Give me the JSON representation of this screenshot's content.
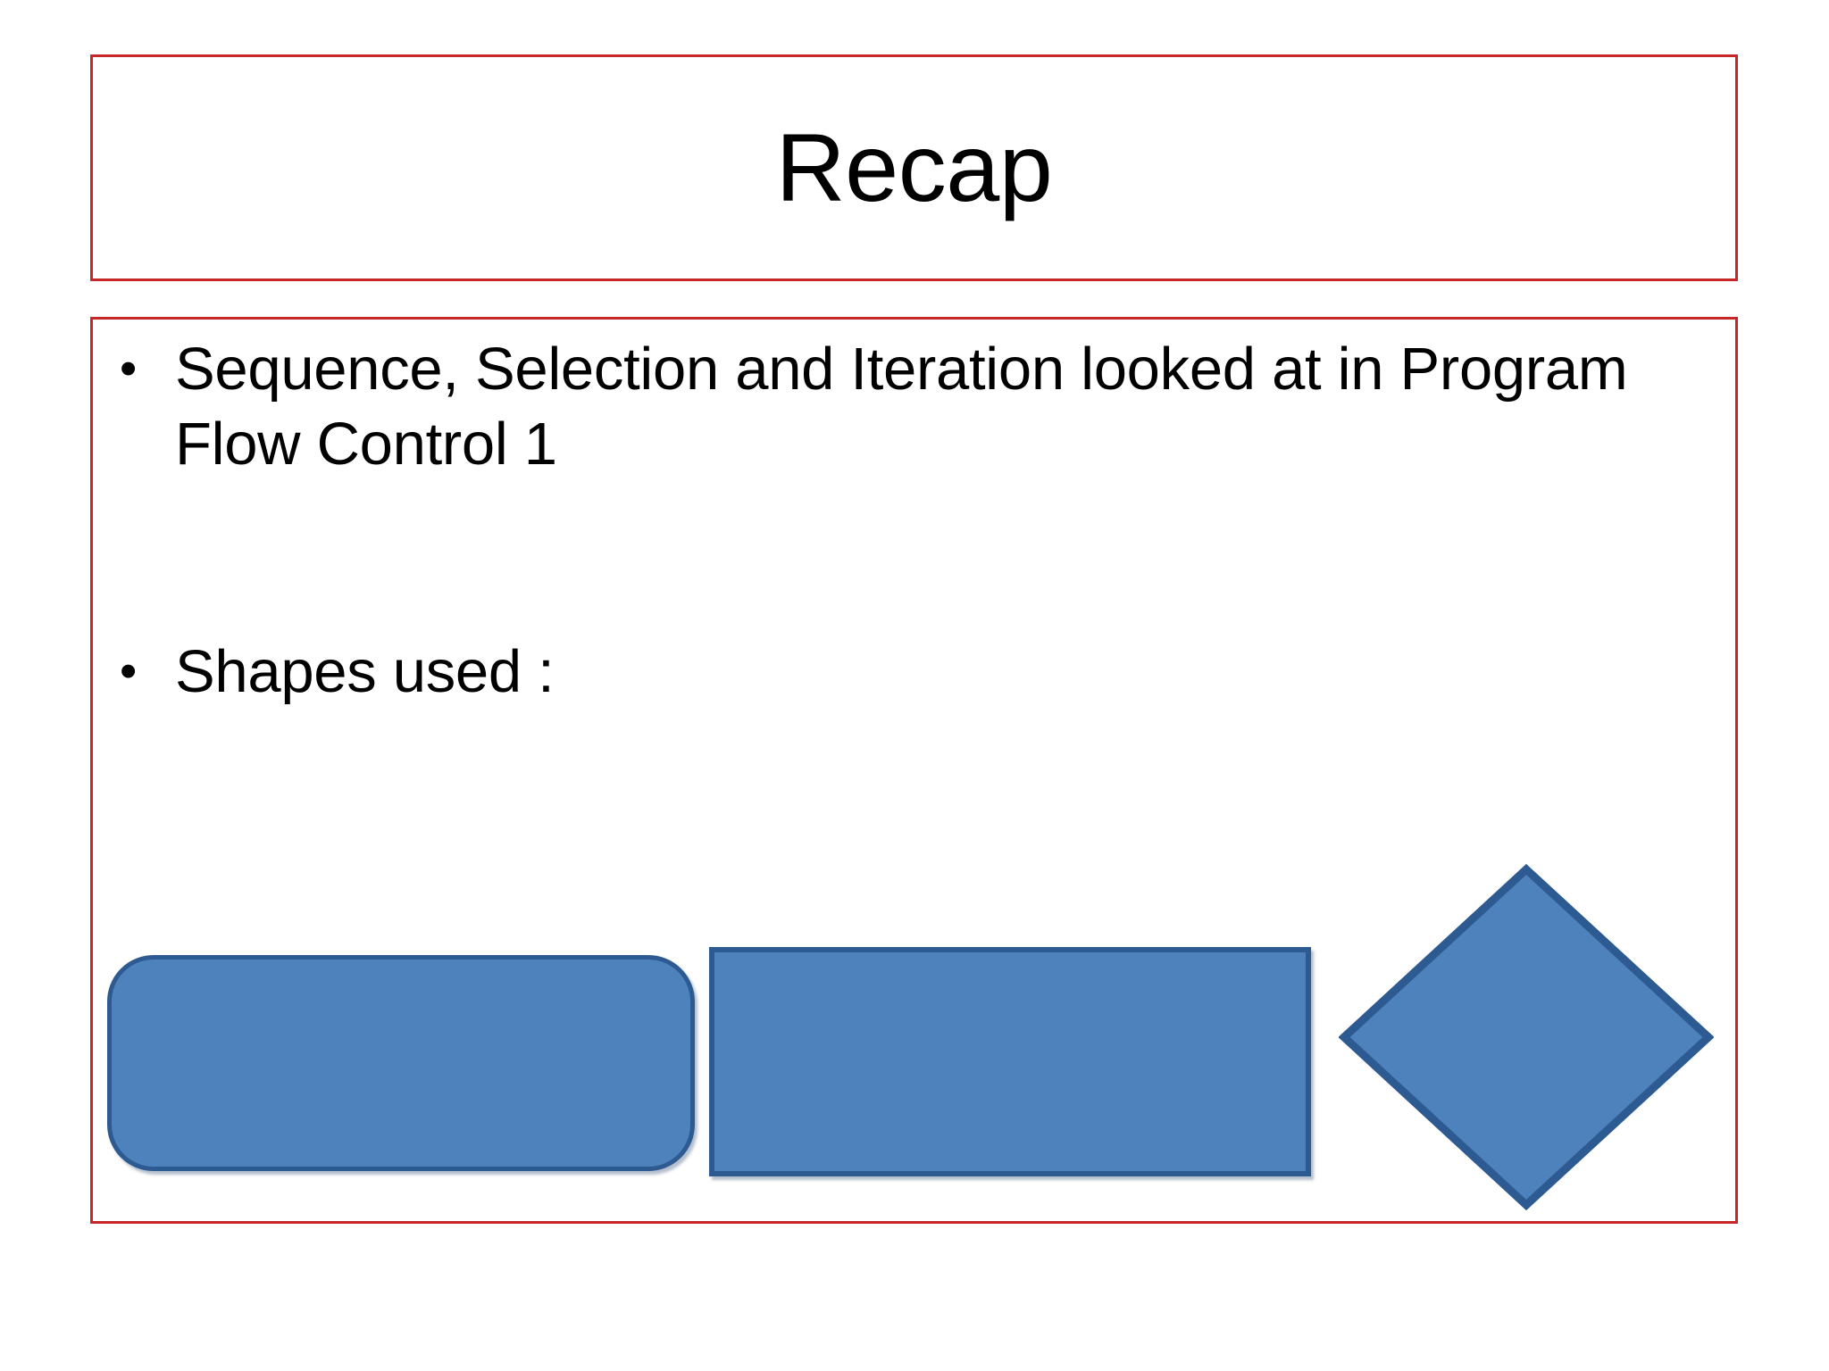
{
  "slide": {
    "background_color": "#FFFFFF",
    "placeholder_border_color": "#C62828"
  },
  "title": {
    "text": "Recap"
  },
  "content": {
    "bullet_marker": "•",
    "bullets": [
      {
        "text": "Sequence, Selection and Iteration looked at in Program Flow Control 1"
      },
      {
        "text": "Shapes used :"
      }
    ]
  },
  "shapes": {
    "fill_color": "#4E82BC",
    "outline_color": "#2E5A92",
    "items": [
      {
        "name": "rounded-rectangle",
        "label": ""
      },
      {
        "name": "rectangle",
        "label": ""
      },
      {
        "name": "diamond",
        "label": ""
      }
    ]
  }
}
